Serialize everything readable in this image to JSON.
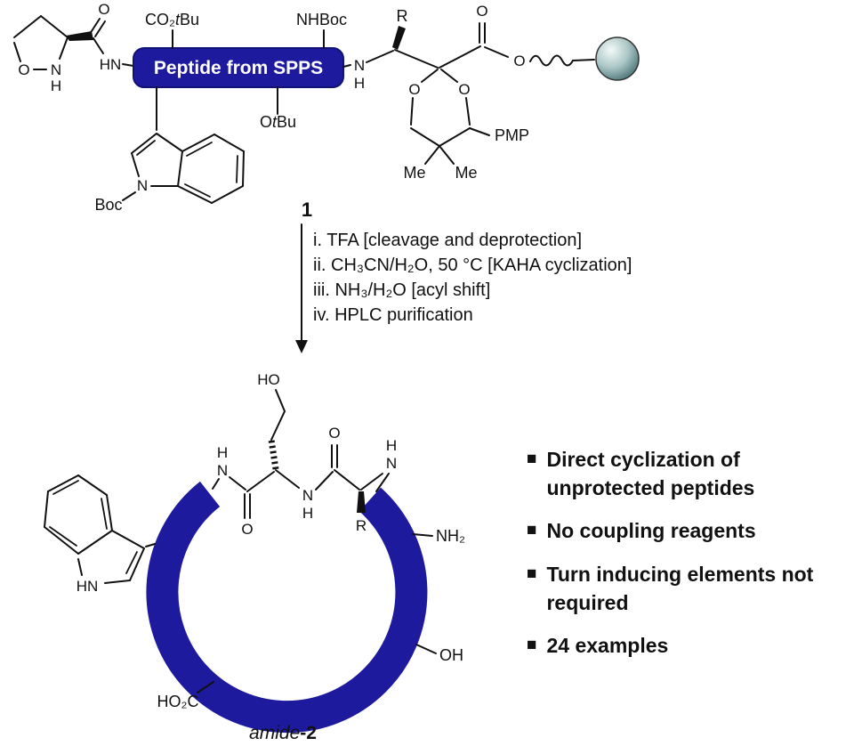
{
  "colors": {
    "accent": "#1d1a9e",
    "accent_dark": "#121175",
    "bead_light": "#f4f9f8",
    "bead_mid": "#aac6c6",
    "bead_dark": "#4f777a",
    "ink": "#111111"
  },
  "top_structure": {
    "peptide_box_label": "Peptide from SPPS",
    "compound_number": "1",
    "co2tbu": {
      "pre": "CO₂",
      "tee": "t",
      "post": "Bu"
    },
    "nhboc": "NHBoc",
    "otbu": {
      "pre": "O",
      "tee": "t",
      "post": "Bu"
    },
    "boc": "Boc",
    "isoxazolidine": {
      "o": "O",
      "n": "N",
      "h": "H",
      "carbonyl_o": "O",
      "hn": "HN"
    },
    "amide_n": "N",
    "amide_h": "H",
    "r_group": "R",
    "indole_n": "N",
    "ketone_o": "O",
    "ester_o": "O",
    "dioxane": {
      "o_left": "O",
      "o_right": "O",
      "me_left": "Me",
      "me_right": "Me",
      "pmp": "PMP"
    }
  },
  "reaction_steps": [
    "i. TFA [cleavage and deprotection]",
    "ii. CH₃CN/H₂O, 50 °C [KAHA cyclization]",
    "iii. NH₃/H₂O [acyl shift]",
    "iv. HPLC purification"
  ],
  "product": {
    "ho": "HO",
    "n1": "N",
    "h1": "H",
    "o1": "O",
    "n2": "N",
    "h2": "H",
    "o2": "O",
    "r": "R",
    "n3": "N",
    "h3": "H",
    "nh2": "NH₂",
    "oh": "OH",
    "ho2c": "HO₂C",
    "indole_hn": "HN",
    "caption_italic": "amide",
    "caption_bold": "-2"
  },
  "bullet_marker": "■",
  "bullets": [
    "Direct cyclization of unprotected peptides",
    "No coupling reagents",
    "Turn inducing elements not required",
    "24 examples"
  ]
}
